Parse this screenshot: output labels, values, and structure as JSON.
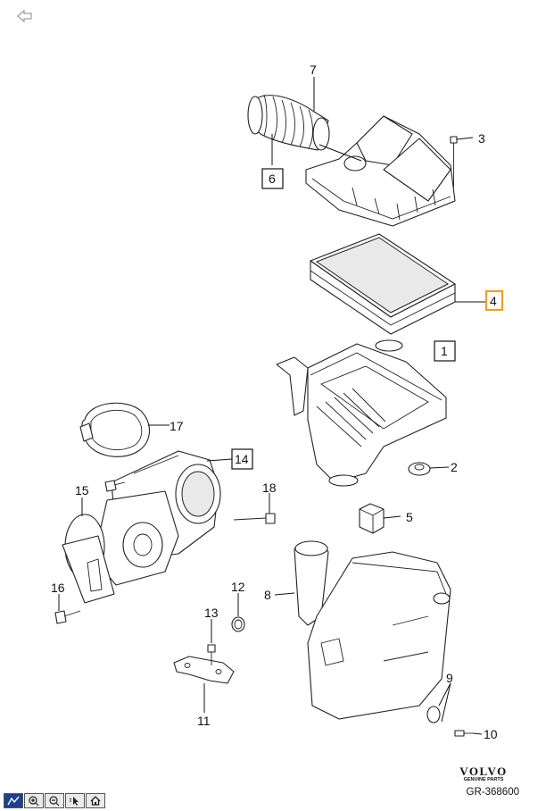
{
  "nav": {
    "back_icon": "back-arrow-icon"
  },
  "callouts": {
    "c1": "1",
    "c2": "2",
    "c3": "3",
    "c4": "4",
    "c5": "5",
    "c6": "6",
    "c7": "7",
    "c8": "8",
    "c9": "9",
    "c10": "10",
    "c11": "11",
    "c12": "12",
    "c13": "13",
    "c14": "14",
    "c15": "15",
    "c16": "16",
    "c17": "17",
    "c18": "18"
  },
  "highlight_color": "#f29b30",
  "brand": {
    "logo": "VOLVO",
    "tagline": "GENUINE PARTS"
  },
  "reference": "GR-368600",
  "toolbar": {
    "tools": [
      "select-icon",
      "zoom-in-icon",
      "zoom-out-icon",
      "pointer-icon",
      "home-icon"
    ]
  }
}
